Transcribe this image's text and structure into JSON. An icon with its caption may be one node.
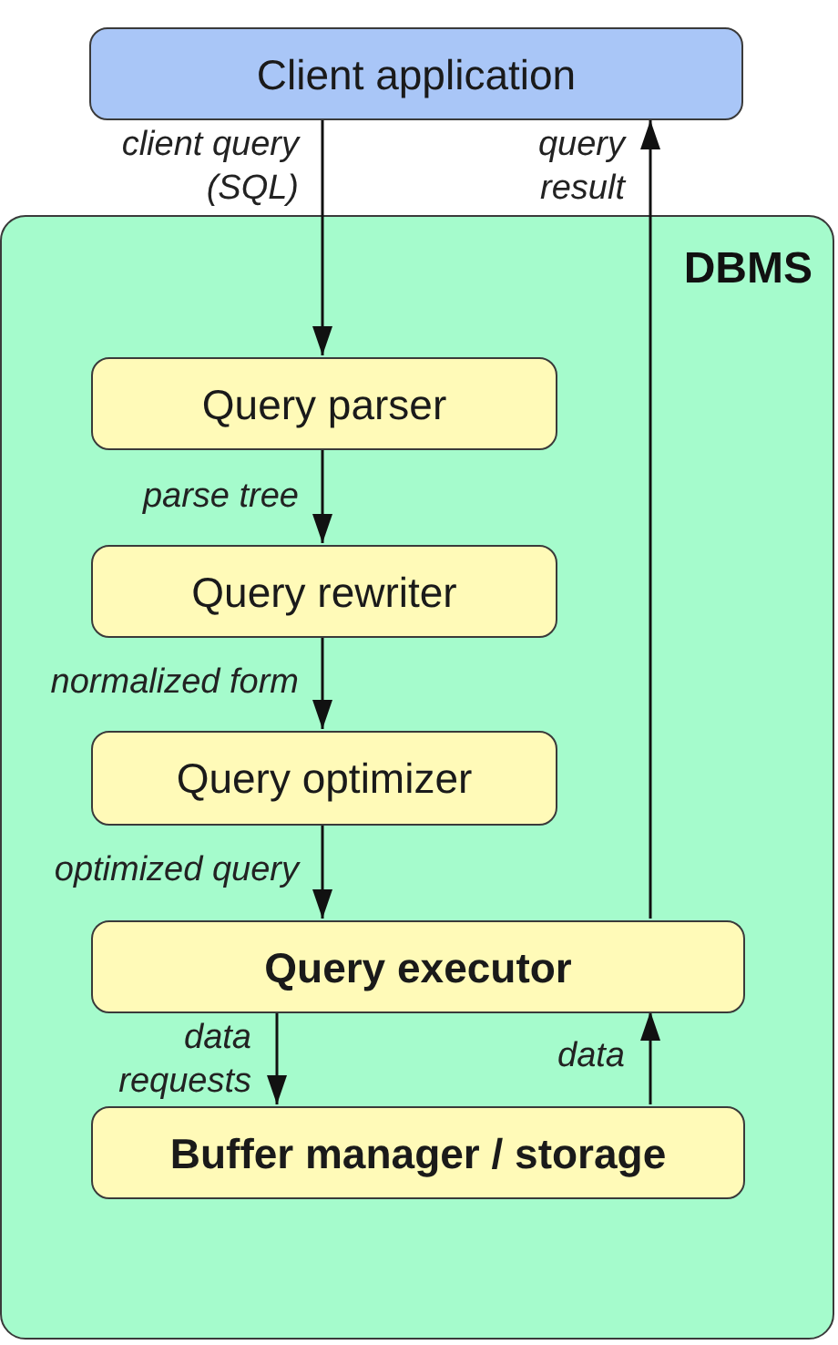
{
  "diagram": {
    "nodes": [
      {
        "text": [
          "Client application"
        ]
      },
      {
        "text": [
          "DBMS"
        ]
      },
      {
        "text": [
          "Query parser"
        ],
        "in": 1
      },
      {
        "text": [
          "Query rewriter"
        ],
        "in": 1
      },
      {
        "text": [
          "Query optimizer"
        ],
        "in": 1
      },
      {
        "text": [
          "Query executor"
        ],
        "in": 1
      },
      {
        "text": [
          "Buffer manager / storage"
        ],
        "in": 1
      }
    ],
    "edges": [
      {
        "from": 0,
        "to": 2,
        "arrow": "to",
        "label": "client query (SQL)"
      },
      {
        "from": 2,
        "to": 3,
        "arrow": "to",
        "label": "parse tree"
      },
      {
        "from": 3,
        "to": 4,
        "arrow": "to",
        "label": "normalized form"
      },
      {
        "from": 4,
        "to": 5,
        "arrow": "to",
        "label": "optimized query"
      },
      {
        "from": 5,
        "to": 0,
        "arrow": "to",
        "label": "query result"
      },
      {
        "from": 5,
        "to": 6,
        "arrow": "to",
        "label": "data requests"
      },
      {
        "from": 6,
        "to": 5,
        "arrow": "to",
        "label": "data"
      }
    ]
  }
}
